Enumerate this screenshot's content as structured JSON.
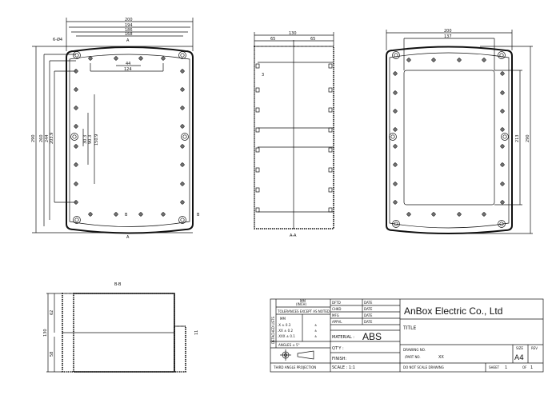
{
  "front_view": {
    "dims_top": [
      "200",
      "194",
      "186",
      "168"
    ],
    "dims_left": [
      "290",
      "260",
      "244",
      "203.9"
    ],
    "hole_label": "6-Ø4",
    "dim_44": "44",
    "dim_124": "124",
    "dims_inner": [
      "30.3",
      "90.3",
      "150.9"
    ],
    "section_a": "A",
    "section_b": "B"
  },
  "section_aa": {
    "title": "A-A",
    "dim_total": "130",
    "dim_half_left": "65",
    "dim_half_right": "65",
    "dim_small": "3"
  },
  "back_view": {
    "dim_width": "200",
    "dim_inner_width": "137",
    "dim_inner_height": "213",
    "dim_height": "290"
  },
  "section_bb": {
    "title": "B-B",
    "dim_total": "130",
    "dim_upper": "62",
    "dim_lower": "58",
    "dim_side": "11"
  },
  "title_block": {
    "unit_header": "MM",
    "unit_sub": "(INCH)",
    "tolerances": "TOLERANCES EXCEPT AS NOTED",
    "tol_mm": "MM",
    "tol_rows": [
      ".X ± 0.3",
      ".XX ± 0.2",
      ".XXX ± 0.1"
    ],
    "tol_inch": [
      "±",
      "±",
      "±"
    ],
    "angles": "ANGLES ± 5°",
    "projection": "THIRD ANGLE PROJECTION",
    "side_label": "DETACHED LISTS",
    "roles": [
      "DFTD",
      "CHKD",
      "MFG",
      "APPVL"
    ],
    "date_label": "DATE",
    "material_label": "MATERIAL :",
    "material": "ABS",
    "qty": "QT'Y :",
    "finish": "FINISH:",
    "scale": "SCALE : 1:1",
    "company": "AnBox Electric Co., Ltd",
    "title": "TITLE",
    "drawing_no": "DRAWING NO.",
    "part_no": "/PART  NO.",
    "part_value": "XX",
    "size_label": "SIZE",
    "size": "A4",
    "rev_label": "REV",
    "no_scale": "DO NOT SCALE DRAWING",
    "sheet_label": "SHEET",
    "sheet": "1",
    "of_label": "OF",
    "of": "1"
  }
}
